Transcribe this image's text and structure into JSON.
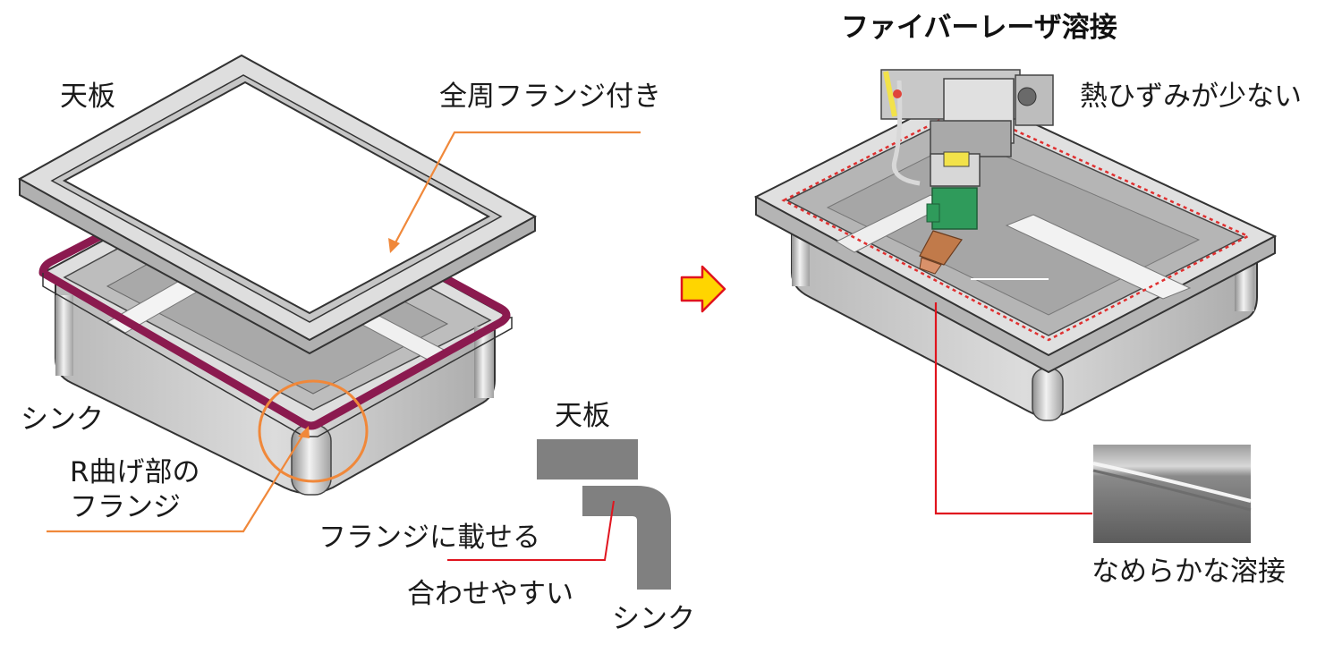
{
  "left": {
    "tenban_label": "天板",
    "flange_all_label": "全周フランジ付き",
    "sink_label": "シンク",
    "r_flange_line1": "R曲げ部の",
    "r_flange_line2": "フランジ"
  },
  "detail": {
    "top_plate_label": "天板",
    "rest_on_flange_label": "フランジに載せる",
    "easy_fit_label": "合わせやすい",
    "sink_label": "シンク"
  },
  "right": {
    "title": "ファイバーレーザ溶接",
    "low_distortion_label": "熱ひずみが少ない",
    "smooth_weld_label": "なめらかな溶接"
  },
  "colors": {
    "flange": "#8b1a4f",
    "leader_orange": "#f0883a",
    "leader_red": "#e0141e",
    "arrow_fill": "#ffd500",
    "arrow_stroke": "#e0141e",
    "steel_light": "#e4e4e4",
    "steel_mid": "#c4c4c4",
    "steel_dark": "#9a9a9a",
    "weld_dots": "#e03030",
    "detail_block": "#808080"
  },
  "icons": {
    "process_arrow": "right-arrow-icon"
  }
}
